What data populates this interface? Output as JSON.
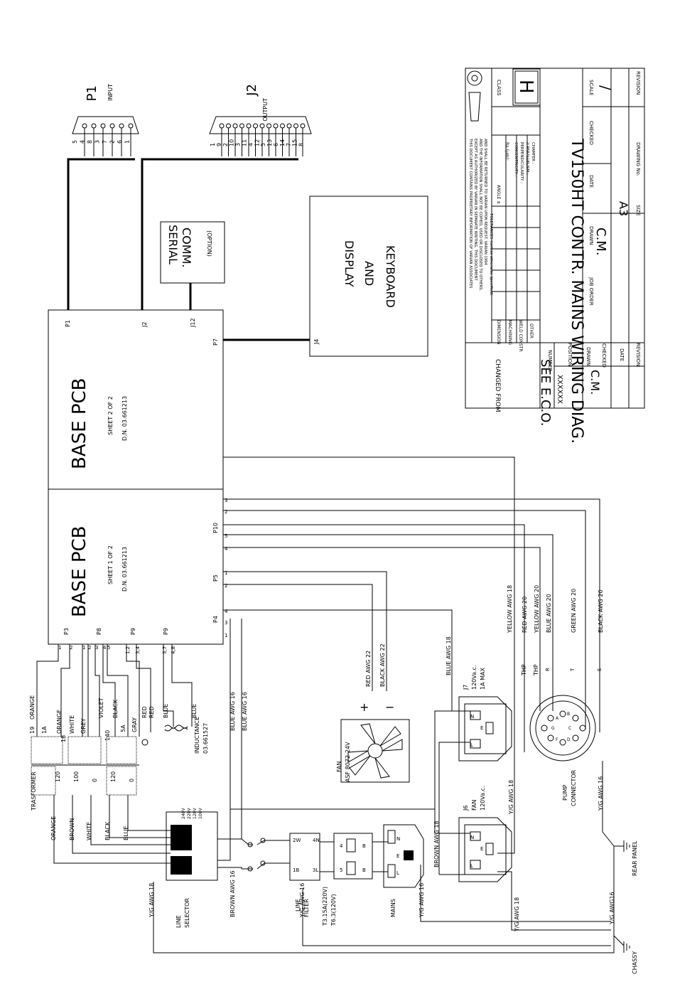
{
  "title_block": {
    "title": "TV150HT CONTR. MAINS WIRING DIAG.",
    "see_eco": "SEE E.C.O.",
    "changed_from": "CHANGED FROM",
    "number_label": "NUMBER",
    "number_value": "XXXXXX",
    "position_label": "POSITION",
    "drawn_label": "DRAWN",
    "drawn_value": "C.M.",
    "checked_label": "CHECKED",
    "date_label": "DATE",
    "revision_label": "REVISION",
    "job_order_label": "JOB ORDER",
    "drawn2_label": "DRAWN",
    "drawn2_value": "C.M.",
    "date2_label": "DATE",
    "checked2_label": "CHECKED",
    "scale_label": "SCALE",
    "scale_value": "/",
    "size_label": "SIZE",
    "size_value": "A3",
    "drawing_no_label": "DRAWING No.",
    "revision2_label": "REVISION",
    "class_label": "CLASS",
    "class_value": "H",
    "proprietary_1": "THIS DOCUMENT CONTAINS PROPRIETARY INFORMATION OF VARIAN ASSOCIATES",
    "proprietary_2": "EXCEPT AS AUTHORIZED BY VARIAN IN SEPARATE WRITING, THIS DOCUMENT",
    "proprietary_3": "AND THE INFORMATION SHALL NOT BE COPIED, USED OR DISCLOSED TO OTHERS,",
    "proprietary_4": "AND SHALL BE RETURNED TO VARIAN UPON REQUEST. VARIAN 1994",
    "tolerances": "TOLERANCES (unless otherwise specified)",
    "dimension": "DIMENSION",
    "machining": "MACHINING",
    "weld_constr": "WELD CONSTR",
    "other": "OTHER",
    "angle": "ANGLE ±",
    "ra": "Ra (µm):",
    "concentricity": "CONCENTRICITY :",
    "perpendicularity": "PERPENDICULARITY :",
    "parallelism": "// PARALLELISM :",
    "chamfer": "CHAMFER :"
  },
  "connectors": {
    "p1_label": "P1",
    "p1_sub": "INPUT",
    "p1_pins": [
      "5",
      "4",
      "8",
      "3",
      "7",
      "2",
      "6",
      "1"
    ],
    "j2_label": "J2",
    "j2_sub": "OUTPUT",
    "j2_pins": [
      "1",
      "9",
      "2",
      "10",
      "3",
      "11",
      "4",
      "12",
      "5",
      "13",
      "6",
      "14",
      "7",
      "15",
      "8"
    ]
  },
  "blocks": {
    "serial_1": "SERIAL",
    "serial_2": "COMM.",
    "serial_3": "(OPTION)",
    "display_1": "DISPLAY",
    "display_2": "AND",
    "display_3": "KEYBOARD",
    "j4": "J4",
    "pcb2_title": "BASE PCB",
    "pcb2_sheet": "SHEET 2 OF 2",
    "pcb2_dn": "D.N. 03.661213",
    "pcb1_title": "BASE PCB",
    "pcb1_sheet": "SHEET 1 OF 2",
    "pcb1_dn": "D.N. 03.661213",
    "pcb2_ports": [
      "P1",
      "J2",
      "J12",
      "P7"
    ],
    "pcb1_ports": [
      "P3",
      "P8",
      "P9",
      "P9",
      "P4",
      "P5",
      "P10"
    ]
  },
  "wires": {
    "yellow_awg18": "YELLOW AWG 18",
    "red_awg20": "RED AWG 20",
    "yellow_awg20": "YELLOW AWG 20",
    "blue_awg20": "BLUE AWG 20",
    "green_awg20": "GREEN AWG 20",
    "black_awg20": "BLACK AWG 20",
    "blue_awg18": "BLUE AWG 18",
    "red_awg22": "RED AWG 22",
    "black_awg22": "BLACK AWG 22",
    "blue_awg16_a": "BLUE AWG 16",
    "blue_awg16_b": "BLUE AWG 16",
    "brown_awg18": "BROWN AWG 18",
    "brown_awg16": "BROWN AWG 16",
    "yg_awg18_a": "Y/G AWG 18",
    "yg_awg18_b": "Y/G AWG 18",
    "yg_awg18_c": "Y/G AWG 18",
    "yg_awg16_a": "Y/G AWG 16",
    "yg_awg16_b": "Y/G AWG 16",
    "yg_awg16_c": "Y/G AWG 16",
    "yg_awg16_d": "Y/G AWG16",
    "thp_a": "THP",
    "thp_b": "THP"
  },
  "components": {
    "fan_1": "FAN",
    "fan_2": "ASF 8072-24V",
    "j7_1": "J7",
    "j7_2": "120Va.c.",
    "j7_3": "1A MAX",
    "j6_1": "J6",
    "j6_2": "FAN",
    "j6_3": "120Va.c.",
    "pump_1": "PUMP",
    "pump_2": "CONNECTOR",
    "rear_panel": "REAR PANEL",
    "chassy": "CHASSY",
    "inductance_1": "INDUCTANCE",
    "inductance_2": "03.661527",
    "transformer": "TRASFORMER",
    "line_selector_1": "LINE",
    "line_selector_2": "SELECTOR",
    "line_filter_1": "LINE",
    "line_filter_2": "FILTER",
    "fuse_1": "T3.15A(220V)",
    "fuse_2": "T6.3(120V)",
    "mains": "MAINS",
    "voltages": [
      "240V",
      "220V",
      "120V",
      "100V"
    ]
  },
  "transformer_labels": {
    "orange": "ORANGE",
    "orange2": "ORANGE",
    "white": "WHITE",
    "grey": "GREY",
    "violet": "VIOLET",
    "black": "BLACK",
    "gray": "GRAY",
    "red1": "RED",
    "red2": "RED",
    "blue1": "BLUE",
    "blue2": "BLUE",
    "n19": "19",
    "n18": "18",
    "a1": "1A",
    "a5": "5A",
    "n140": "140",
    "pri_orange": "ORANGE",
    "pri_brown": "BROWN",
    "pri_white": "WHITE",
    "pri_black": "BLACK",
    "pri_blue": "BLUE",
    "pri_120a": "120",
    "pri_100": "100",
    "pri_0a": "0",
    "pri_120b": "120",
    "pri_0b": "0"
  }
}
